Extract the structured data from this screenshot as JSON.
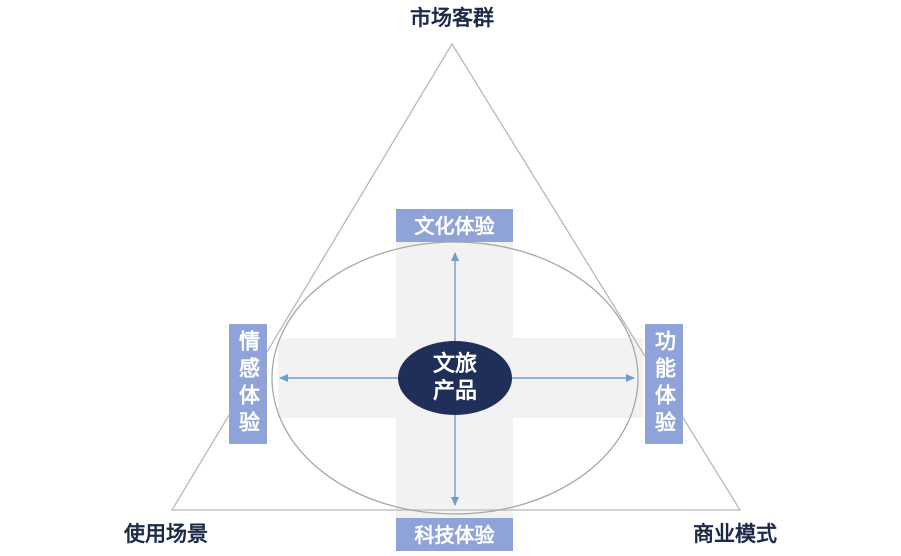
{
  "diagram": {
    "vertices": {
      "top": "市场客群",
      "bottom_left": "使用场景",
      "bottom_right": "商业模式"
    },
    "axis_boxes": {
      "top": "文化体验",
      "bottom": "科技体验",
      "left": "情感体验",
      "right": "功能体验"
    },
    "center": {
      "line1": "文旅",
      "line2": "产品"
    }
  },
  "colors": {
    "triangle_stroke": "#b8b8b8",
    "ellipse_stroke": "#a8a8a8",
    "cross_fill": "#f2f2f2",
    "box_fill": "#8fa3d8",
    "center_fill": "#1f2f5a",
    "arrow": "#6f9bd0",
    "label_text": "#1c2a4a"
  }
}
